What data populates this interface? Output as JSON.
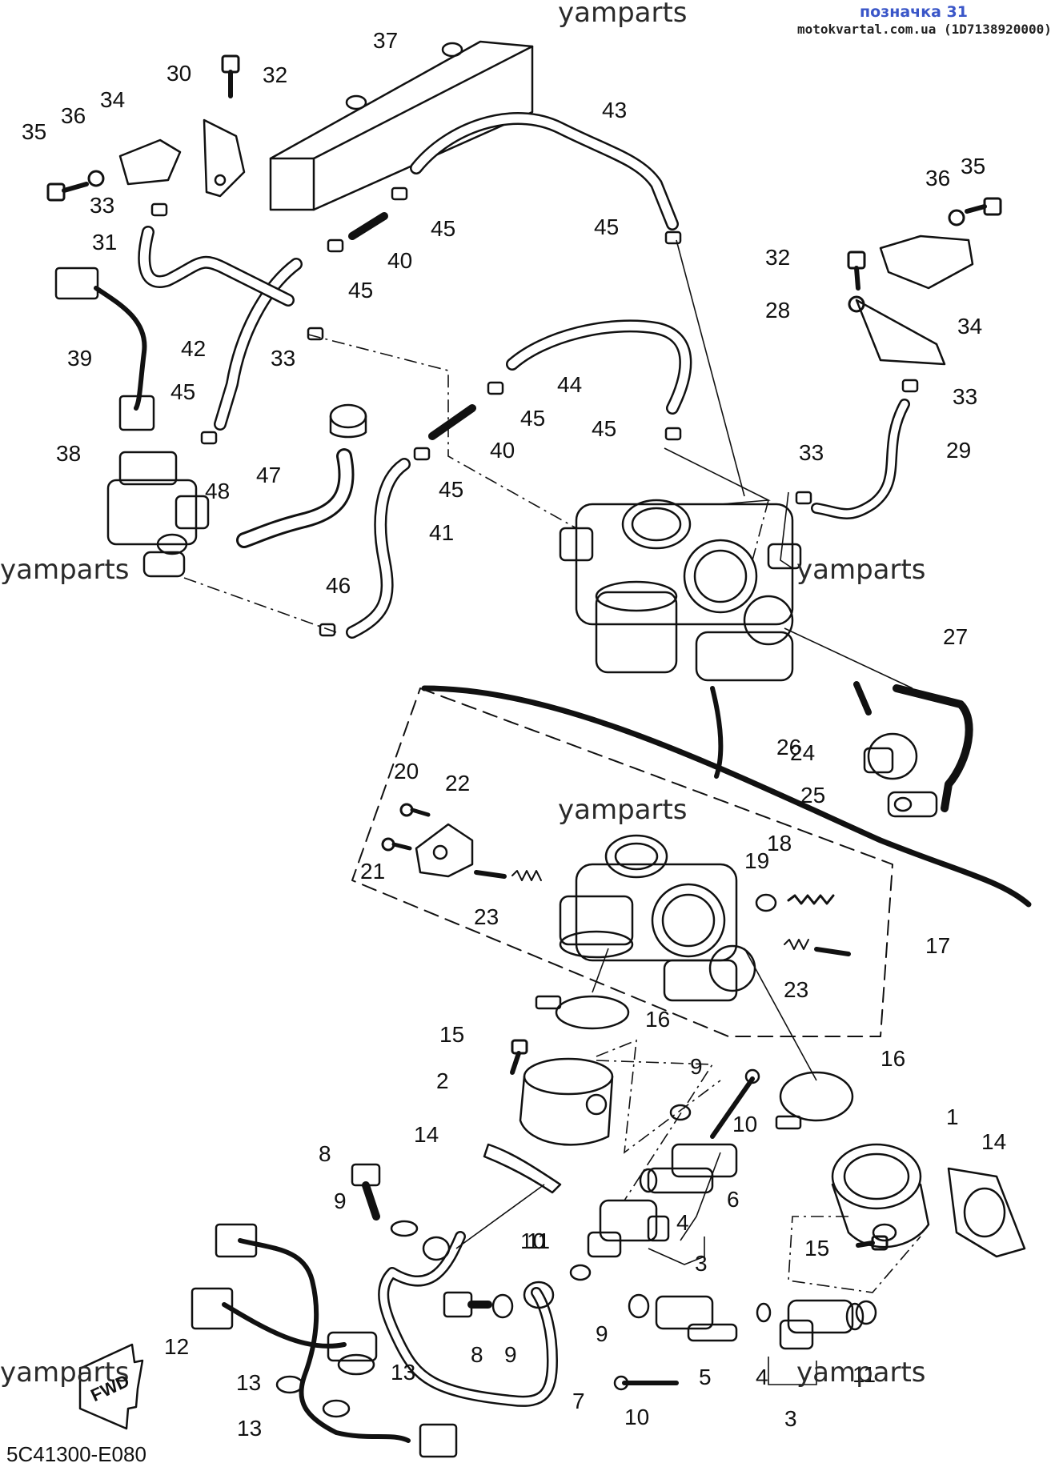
{
  "header": {
    "title": "позначка 31",
    "subtitle": "motokvartal.com.ua (1D7138920000)"
  },
  "watermark": "yamparts",
  "diagram_code": "5C41300-E080",
  "fwd_label": "FWD",
  "callouts": [
    "1",
    "2",
    "3",
    "3",
    "4",
    "4",
    "5",
    "6",
    "7",
    "8",
    "8",
    "9",
    "9",
    "9",
    "9",
    "10",
    "10",
    "10",
    "11",
    "11",
    "12",
    "13",
    "13",
    "13",
    "14",
    "14",
    "15",
    "15",
    "16",
    "16",
    "17",
    "18",
    "19",
    "20",
    "21",
    "22",
    "23",
    "23",
    "24",
    "25",
    "26",
    "27",
    "28",
    "29",
    "30",
    "31",
    "32",
    "32",
    "33",
    "33",
    "33",
    "33",
    "34",
    "34",
    "35",
    "35",
    "36",
    "36",
    "37",
    "38",
    "39",
    "40",
    "40",
    "41",
    "42",
    "43",
    "44",
    "45",
    "45",
    "45",
    "45",
    "45",
    "45",
    "45",
    "46",
    "47",
    "48"
  ]
}
